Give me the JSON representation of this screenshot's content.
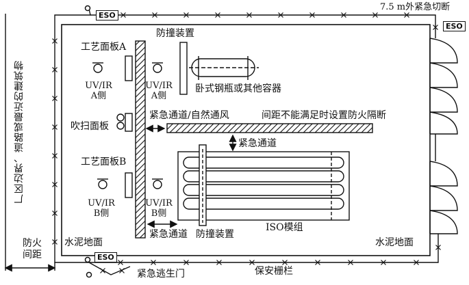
{
  "labels": {
    "distance_cut": "7.5 m外紧急切断",
    "eso": "ESO",
    "crash_top": "防撞装置",
    "panel_a": "工艺面板A",
    "uvir_a_left_1": "UV/IR",
    "uvir_a_left_2": "A侧",
    "uvir_a_right_1": "UV/IR",
    "uvir_a_right_2": "A侧",
    "cylinder": "卧式钢瓶或其他容器",
    "purge_panel": "吹扫面板",
    "emergency_natural": "紧急通道/自然通风",
    "firewall": "间距不能满足时设置防火隔断",
    "emergency_mid": "紧急通道",
    "panel_b": "工艺面板B",
    "uvir_b_left_1": "UV/IR",
    "uvir_b_left_2": "B侧",
    "uvir_b_right_1": "UV/IR",
    "uvir_b_right_2": "B侧",
    "iso_module": "ISO模组",
    "emergency_bottom": "紧急通道",
    "crash_bottom": "防撞装置",
    "concrete_left": "水泥地面",
    "concrete_right": "水泥地面",
    "fire_distance_1": "防火",
    "fire_distance_2": "间距",
    "boundary": "厂区边界、道路或最近的建筑物",
    "escape_door": "紧急逃生门",
    "fence": "保安栅栏"
  }
}
